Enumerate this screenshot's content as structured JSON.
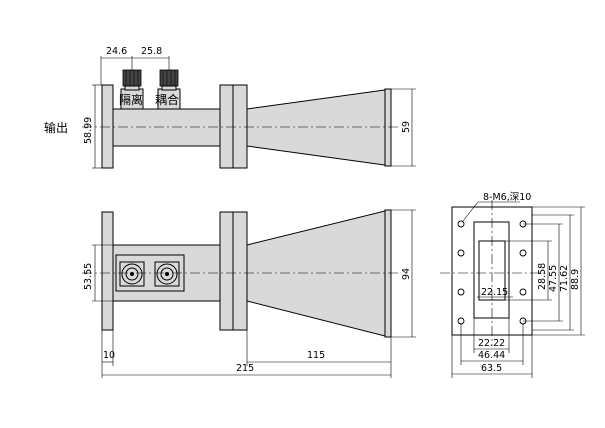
{
  "labels": {
    "output": "输出",
    "isolation": "隔离",
    "coupling": "耦合"
  },
  "dimensions": {
    "conn_pitch_1": "24.6",
    "conn_pitch_2": "25.8",
    "flange_height": "58.99",
    "horn_aperture_side": "59",
    "flange_height_top": "53.55",
    "horn_aperture_top": "94",
    "flange_thickness": "10",
    "horn_length": "115",
    "overall_length": "215",
    "hole_spec": "8-M6,深10",
    "inner_width": "22.15",
    "inner_height": "28.58",
    "hole_pitch_v": "47.55",
    "hole_pitch_v2": "71.62",
    "flange_outer_v": "88.9",
    "aperture_width": "22.22",
    "hole_pitch_h": "46.44",
    "flange_outer_h": "63.5"
  }
}
